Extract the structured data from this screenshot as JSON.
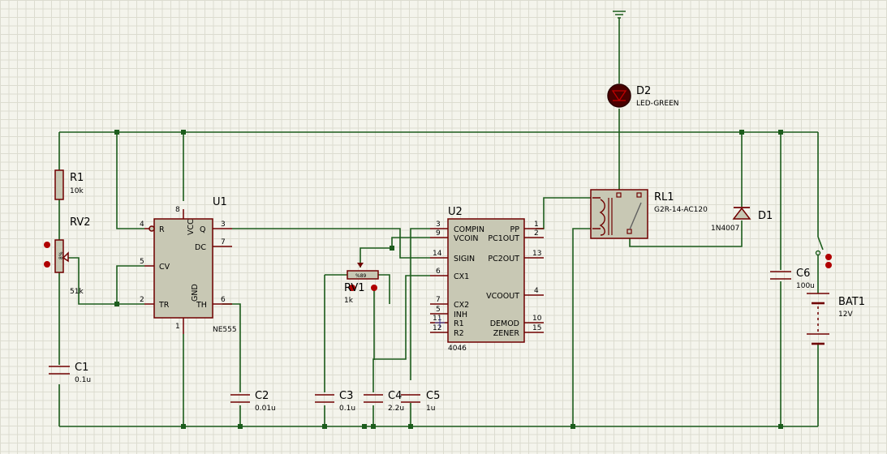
{
  "components": {
    "R1": {
      "ref": "R1",
      "value": "10k"
    },
    "RV2": {
      "ref": "RV2",
      "value": "51k",
      "wiper": "8%"
    },
    "C1": {
      "ref": "C1",
      "value": "0.1u"
    },
    "U1": {
      "ref": "U1",
      "value": "NE555",
      "pins": {
        "R": "R",
        "VCC": "VCC",
        "Q": "Q",
        "DC": "DC",
        "CV": "CV",
        "TR": "TR",
        "GND": "GND",
        "TH": "TH"
      },
      "pin_numbers": {
        "p4": "4",
        "p8": "8",
        "p3": "3",
        "p7": "7",
        "p5": "5",
        "p2": "2",
        "p6": "6",
        "p1": "1"
      }
    },
    "C2": {
      "ref": "C2",
      "value": "0.01u"
    },
    "RV1": {
      "ref": "RV1",
      "value": "1k",
      "wiper": "%89"
    },
    "C3": {
      "ref": "C3",
      "value": "0.1u"
    },
    "C4": {
      "ref": "C4",
      "value": "2.2u"
    },
    "C5": {
      "ref": "C5",
      "value": "1u"
    },
    "U2": {
      "ref": "U2",
      "value": "4046",
      "pins": {
        "COMPIN": "COMPIN",
        "VCOIN": "VCOIN",
        "SIGIN": "SIGIN",
        "CX1": "CX1",
        "CX2": "CX2",
        "INH": "INH",
        "R1": "R1",
        "R2": "R2",
        "PP": "PP",
        "PC1OUT": "PC1OUT",
        "PC2OUT": "PC2OUT",
        "VCOOUT": "VCOOUT",
        "DEMOD": "DEMOD",
        "ZENER": "ZENER"
      },
      "pin_numbers": {
        "p3": "3",
        "p9": "9",
        "p14": "14",
        "p6": "6",
        "p7": "7",
        "p5": "5",
        "p11": "11",
        "p12": "12",
        "p1": "1",
        "p2": "2",
        "p13": "13",
        "p4": "4",
        "p10": "10",
        "p15": "15"
      }
    },
    "D2": {
      "ref": "D2",
      "value": "LED-GREEN"
    },
    "RL1": {
      "ref": "RL1",
      "value": "G2R-14-AC120"
    },
    "D1": {
      "ref": "D1",
      "value": "1N4007"
    },
    "C6": {
      "ref": "C6",
      "value": "100u"
    },
    "BAT1": {
      "ref": "BAT1",
      "value": "12V"
    }
  },
  "colors": {
    "wire": "#1c5c1c",
    "outline": "#700000",
    "body": "#c8c8b4",
    "grid": "#dcdcd0",
    "background": "#f4f4ec",
    "led": "#4a0000"
  }
}
